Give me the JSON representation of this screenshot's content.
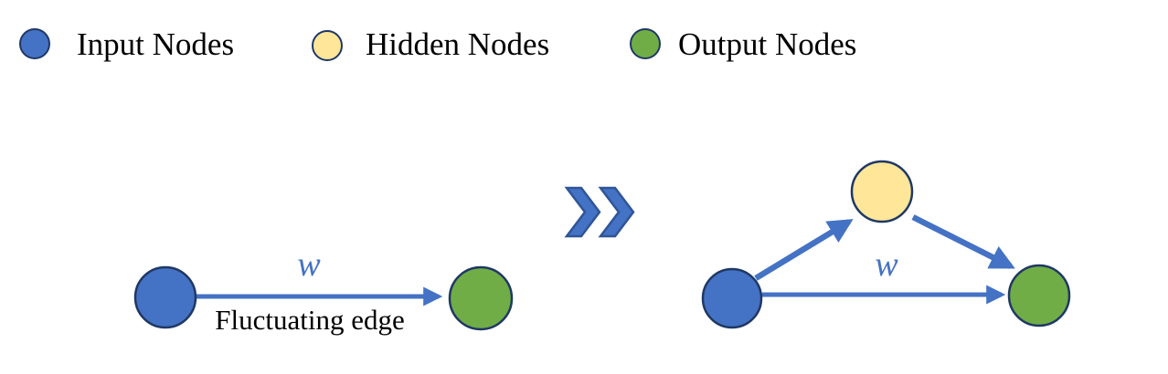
{
  "legend": {
    "items": [
      {
        "name": "input-nodes",
        "label": "Input Nodes",
        "color": "#4472C4"
      },
      {
        "name": "hidden-nodes",
        "label": "Hidden Nodes",
        "color": "#FFE699"
      },
      {
        "name": "output-nodes",
        "label": "Output Nodes",
        "color": "#70AD47"
      }
    ]
  },
  "colors": {
    "input_node": "#4472C4",
    "hidden_node": "#FFE699",
    "output_node": "#70AD47",
    "node_border": "#1F3864",
    "edge": "#4472C4",
    "weight_label": "#4472C4",
    "caption_text": "#000000",
    "chevron_fill": "#4472C4",
    "chevron_border": "#2F5597"
  },
  "left_graph": {
    "weight_label": "w",
    "edge_caption": "Fluctuating edge"
  },
  "right_graph": {
    "weight_label": "w"
  }
}
